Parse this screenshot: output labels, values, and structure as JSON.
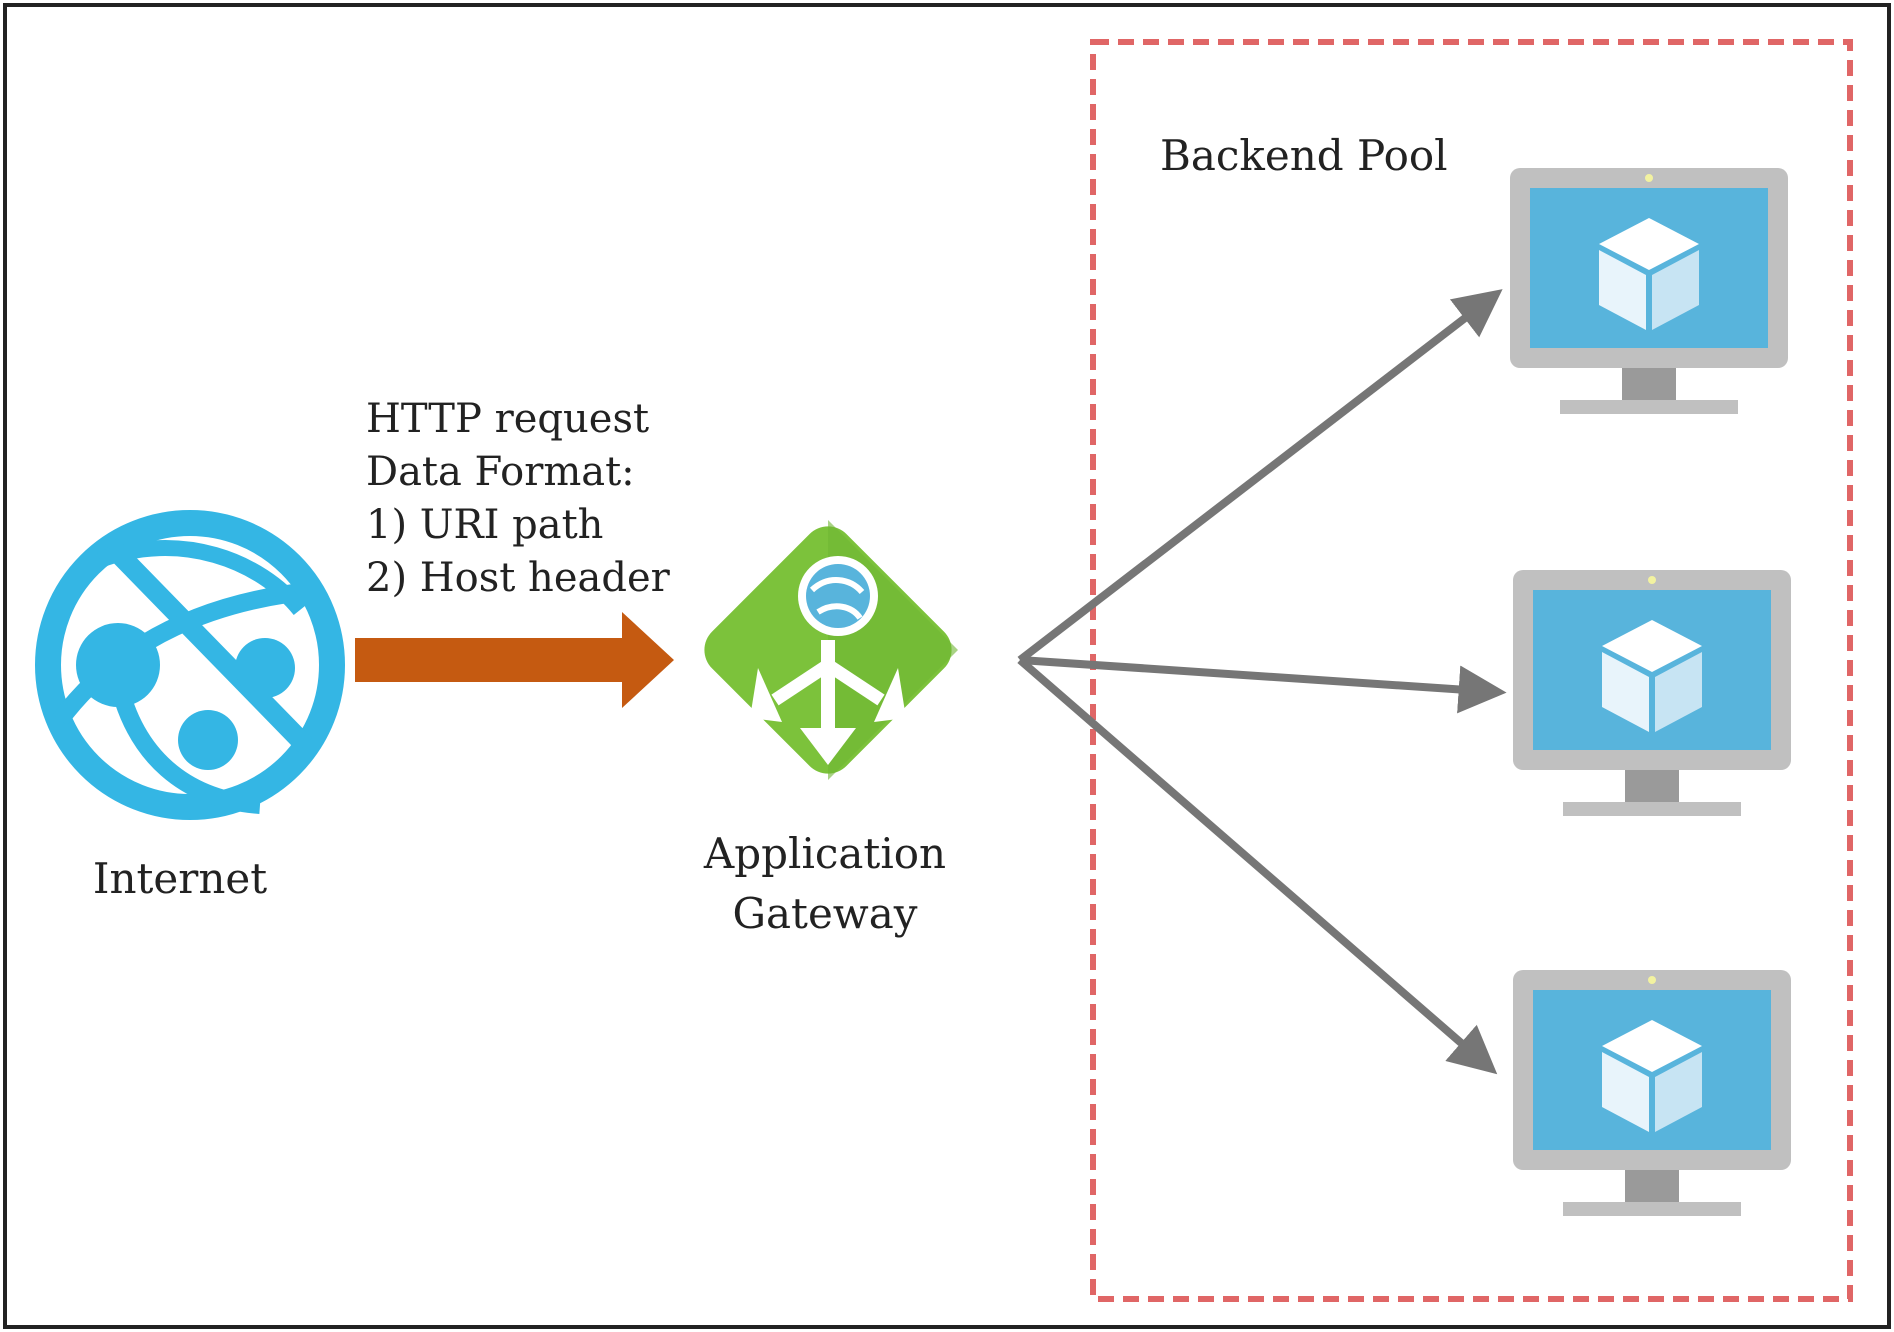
{
  "internet": {
    "label": "Internet",
    "icon": "globe-network-icon"
  },
  "request": {
    "lines": [
      "HTTP request",
      "Data Format:",
      "1) URI path",
      "2) Host header"
    ]
  },
  "gateway": {
    "label_line1": "Application",
    "label_line2": "Gateway",
    "icon": "application-gateway-icon"
  },
  "backend_pool": {
    "label": "Backend Pool",
    "vm_icon": "virtual-machine-icon",
    "vm_count": 3
  },
  "colors": {
    "frame": "#222222",
    "globe": "#34b6e4",
    "request_arrow": "#c55a11",
    "gateway_green": "#7cc23b",
    "gateway_dark_green": "#5ea32a",
    "fan_arrows": "#767676",
    "pool_border": "#e06666",
    "monitor_bezel": "#c0c0c0",
    "monitor_screen": "#58b4dc",
    "cube": "#ffffff"
  }
}
